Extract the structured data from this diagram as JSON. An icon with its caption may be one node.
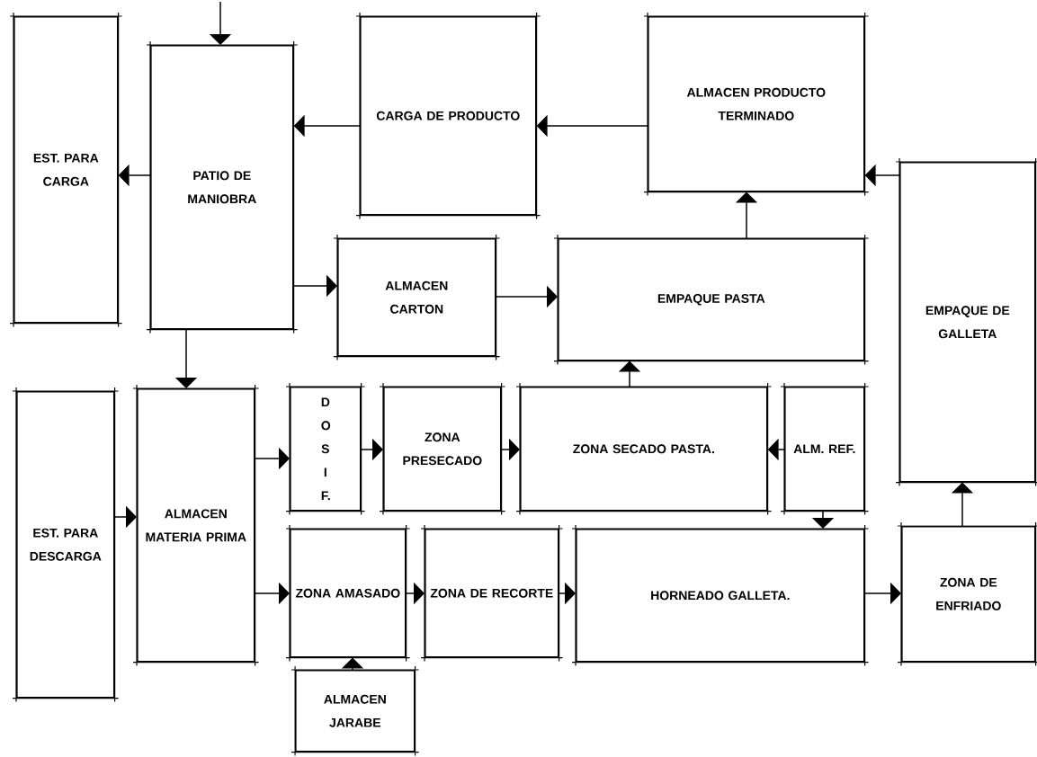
{
  "diagram": {
    "nodes": [
      {
        "text": [
          "EST. PARA CARGA"
        ]
      },
      {
        "text": [
          "PATIO DE MANIOBRA"
        ]
      },
      {
        "text": [
          "CARGA DE PRODUCTO"
        ]
      },
      {
        "text": [
          "ALMACEN PRODUCTO TERMINADO"
        ]
      },
      {
        "text": [
          "ALMACEN CARTON"
        ]
      },
      {
        "text": [
          "EMPAQUE PASTA"
        ]
      },
      {
        "text": [
          "EMPAQUE DE GALLETA"
        ]
      },
      {
        "text": [
          "EST. PARA DESCARGA"
        ]
      },
      {
        "text": [
          "ALMACEN MATERIA PRIMA"
        ]
      },
      {
        "text": [
          "D O S I F."
        ]
      },
      {
        "text": [
          "ZONA PRESECADO"
        ]
      },
      {
        "text": [
          "ZONA SECADO PASTA."
        ]
      },
      {
        "text": [
          "ALM. REF."
        ]
      },
      {
        "text": [
          "ZONA AMASADO"
        ]
      },
      {
        "text": [
          "ZONA DE RECORTE"
        ]
      },
      {
        "text": [
          "HORNEADO GALLETA."
        ]
      },
      {
        "text": [
          "ZONA DE ENFRIADO"
        ]
      },
      {
        "text": [
          "ALMACEN JARABE"
        ]
      }
    ],
    "edges": [
      {
        "from": null,
        "to": 1,
        "arrow": "to"
      },
      {
        "from": 1,
        "to": 0,
        "arrow": "to"
      },
      {
        "from": 2,
        "to": 1,
        "arrow": "to"
      },
      {
        "from": 3,
        "to": 2,
        "arrow": "to"
      },
      {
        "from": 6,
        "to": 3,
        "arrow": "to"
      },
      {
        "from": 1,
        "to": 4,
        "arrow": "to"
      },
      {
        "from": 4,
        "to": 5,
        "arrow": "to"
      },
      {
        "from": 5,
        "to": 3,
        "arrow": "to"
      },
      {
        "from": 1,
        "to": 8,
        "arrow": "to"
      },
      {
        "from": 7,
        "to": 8,
        "arrow": "to"
      },
      {
        "from": 8,
        "to": 9,
        "arrow": "to"
      },
      {
        "from": 9,
        "to": 10,
        "arrow": "to"
      },
      {
        "from": 10,
        "to": 11,
        "arrow": "to"
      },
      {
        "from": 12,
        "to": 11,
        "arrow": "to"
      },
      {
        "from": 11,
        "to": 5,
        "arrow": "to"
      },
      {
        "from": 12,
        "to": 15,
        "arrow": "to"
      },
      {
        "from": 8,
        "to": 13,
        "arrow": "to"
      },
      {
        "from": 17,
        "to": 13,
        "arrow": "to"
      },
      {
        "from": 13,
        "to": 14,
        "arrow": "to"
      },
      {
        "from": 14,
        "to": 15,
        "arrow": "to"
      },
      {
        "from": 15,
        "to": 16,
        "arrow": "to"
      },
      {
        "from": 16,
        "to": 6,
        "arrow": "to"
      }
    ]
  }
}
